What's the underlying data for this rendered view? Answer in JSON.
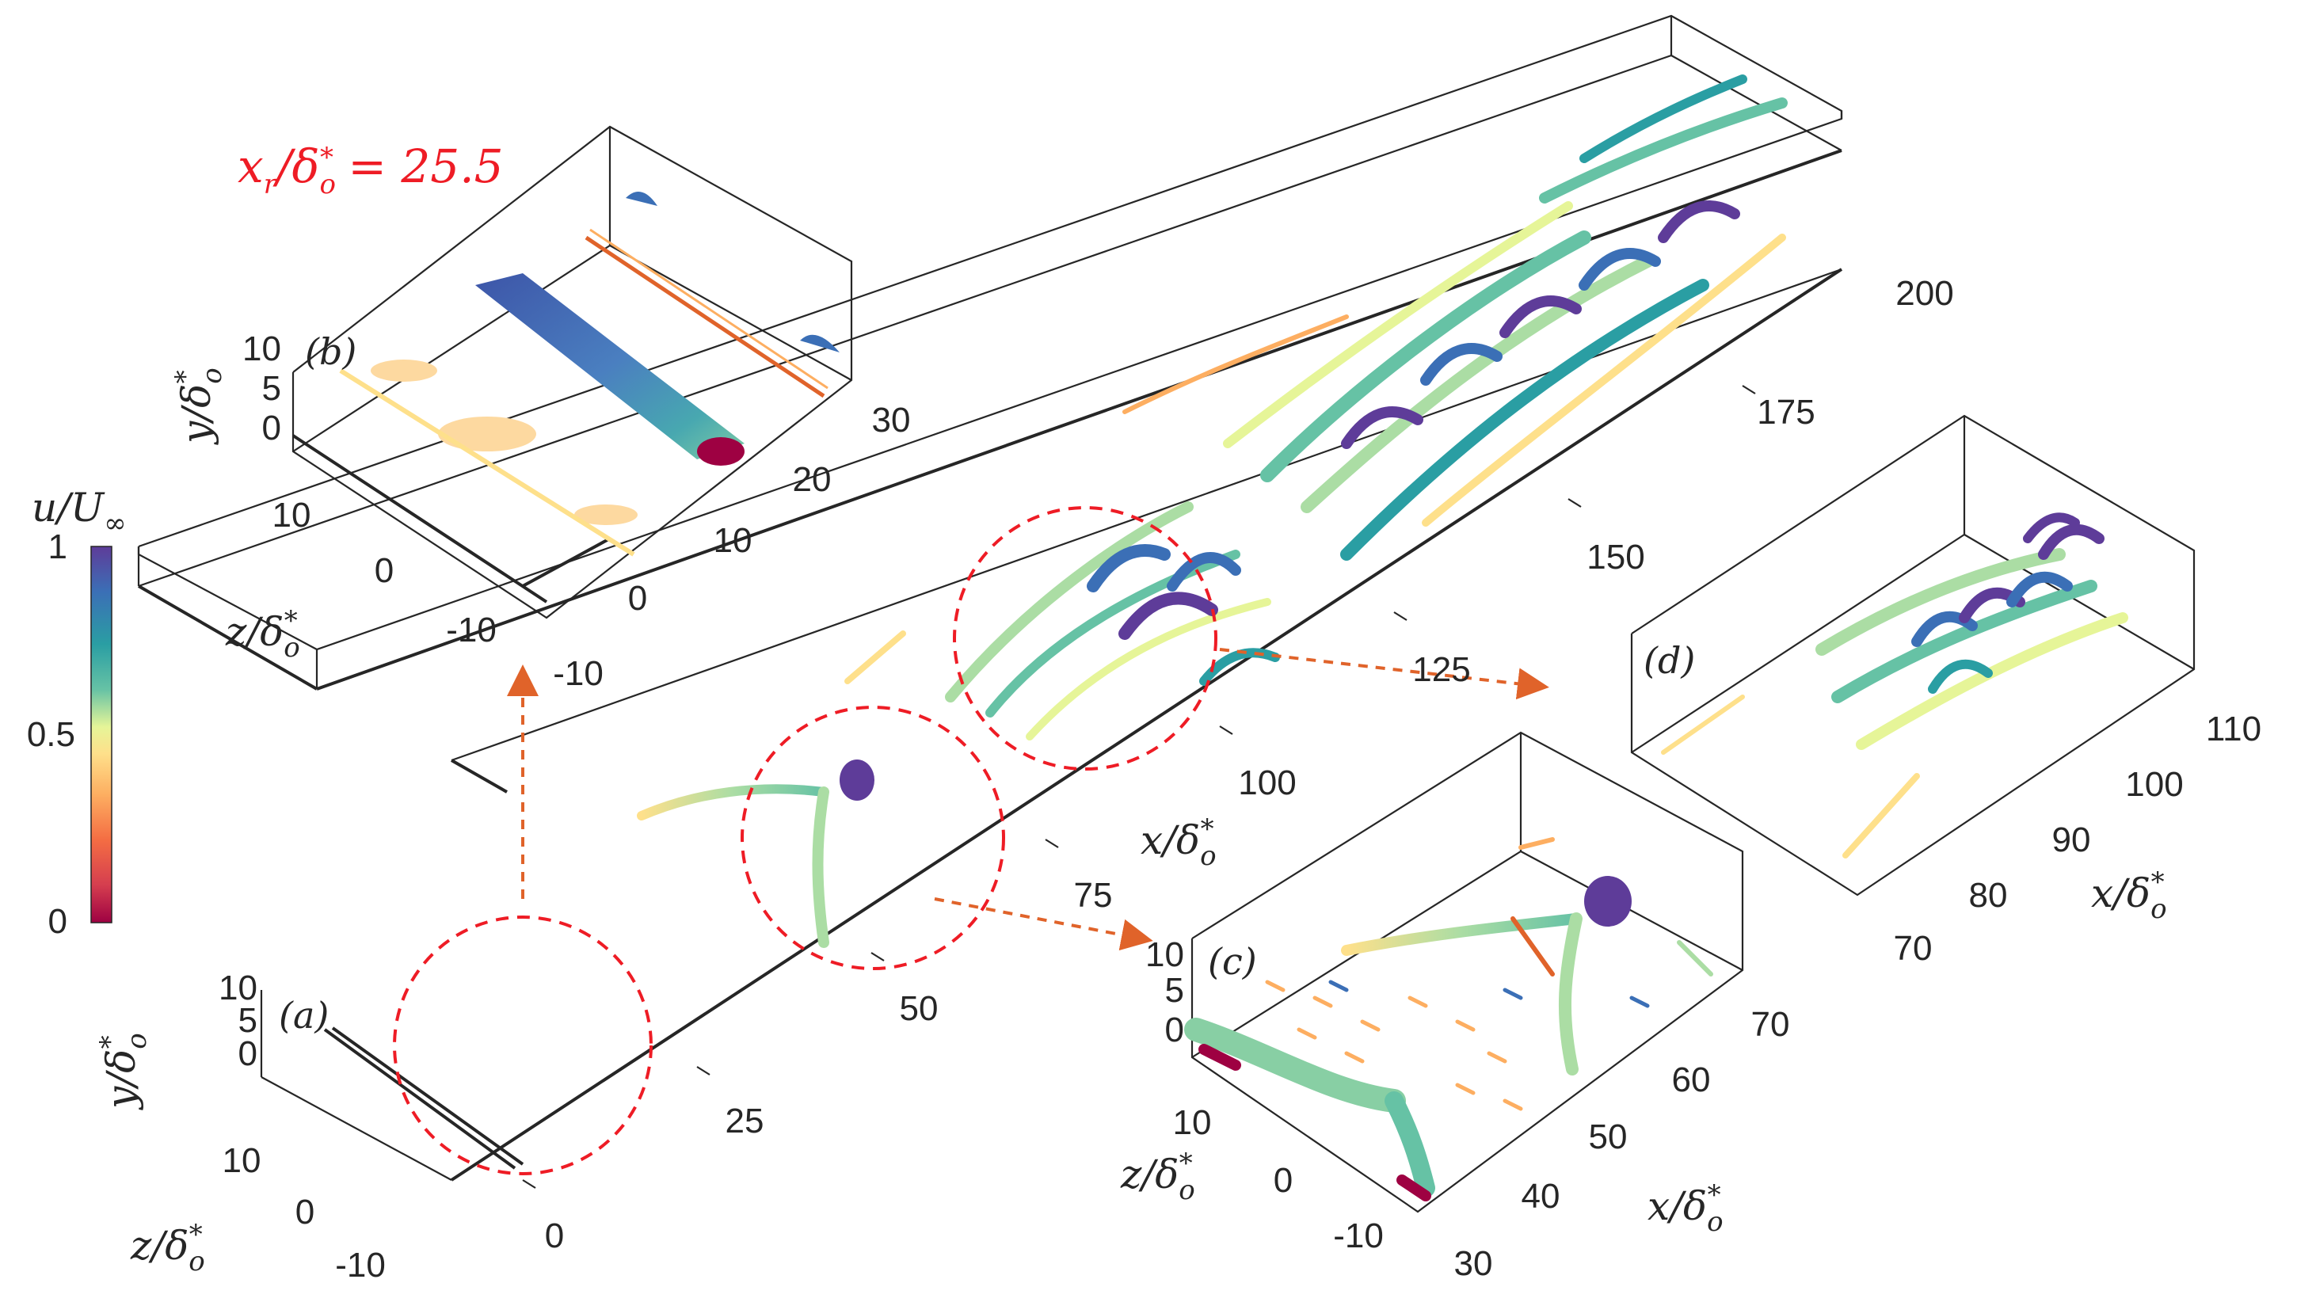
{
  "figure": {
    "annotation": {
      "lhs": "x",
      "lhs_sub": "r",
      "mid": "/δ",
      "mid_sub": "o",
      "mid_sup": "*",
      "rhs": " = 25.5"
    },
    "colorbar": {
      "label_main": "u/U",
      "label_sub": "∞",
      "ticks": [
        "1",
        "0.5",
        "0"
      ],
      "colors": [
        "#5e3c99",
        "#3b6fb6",
        "#2a9ea3",
        "#66c2a5",
        "#abdda4",
        "#e6f598",
        "#fee08b",
        "#fdae61",
        "#f46d43",
        "#d53e4f",
        "#9e0142"
      ]
    },
    "panel_a": {
      "label": "(a)",
      "x_ticks": [
        "0",
        "25",
        "50",
        "75",
        "100",
        "125",
        "150",
        "175",
        "200"
      ],
      "x_label": "x/δ",
      "x_label_sub": "o",
      "x_label_sup": "*",
      "y_ticks": [
        "10",
        "5",
        "0"
      ],
      "y_label": "y/δ",
      "y_label_sub": "o",
      "y_label_sup": "*",
      "z_ticks": [
        "10",
        "0",
        "-10"
      ],
      "z_label": "z/δ",
      "z_label_sub": "o",
      "z_label_sup": "*"
    },
    "panel_b": {
      "label": "(b)",
      "x_ticks": [
        "-10",
        "0",
        "10",
        "20",
        "30"
      ],
      "y_ticks": [
        "10",
        "5",
        "0"
      ],
      "y_label": "y/δ",
      "y_label_sub": "o",
      "y_label_sup": "*",
      "z_ticks": [
        "10",
        "0",
        "-10"
      ],
      "z_label": "z/δ",
      "z_label_sub": "o",
      "z_label_sup": "*"
    },
    "panel_c": {
      "label": "(c)",
      "x_ticks": [
        "30",
        "40",
        "50",
        "60",
        "70"
      ],
      "x_label": "x/δ",
      "x_label_sub": "o",
      "x_label_sup": "*",
      "y_ticks": [
        "10",
        "5",
        "0"
      ],
      "z_ticks": [
        "10",
        "0",
        "-10"
      ],
      "z_label": "z/δ",
      "z_label_sub": "o",
      "z_label_sup": "*"
    },
    "panel_d": {
      "label": "(d)",
      "x_ticks": [
        "70",
        "80",
        "90",
        "100",
        "110"
      ],
      "x_label": "x/δ",
      "x_label_sub": "o",
      "x_label_sup": "*"
    }
  }
}
